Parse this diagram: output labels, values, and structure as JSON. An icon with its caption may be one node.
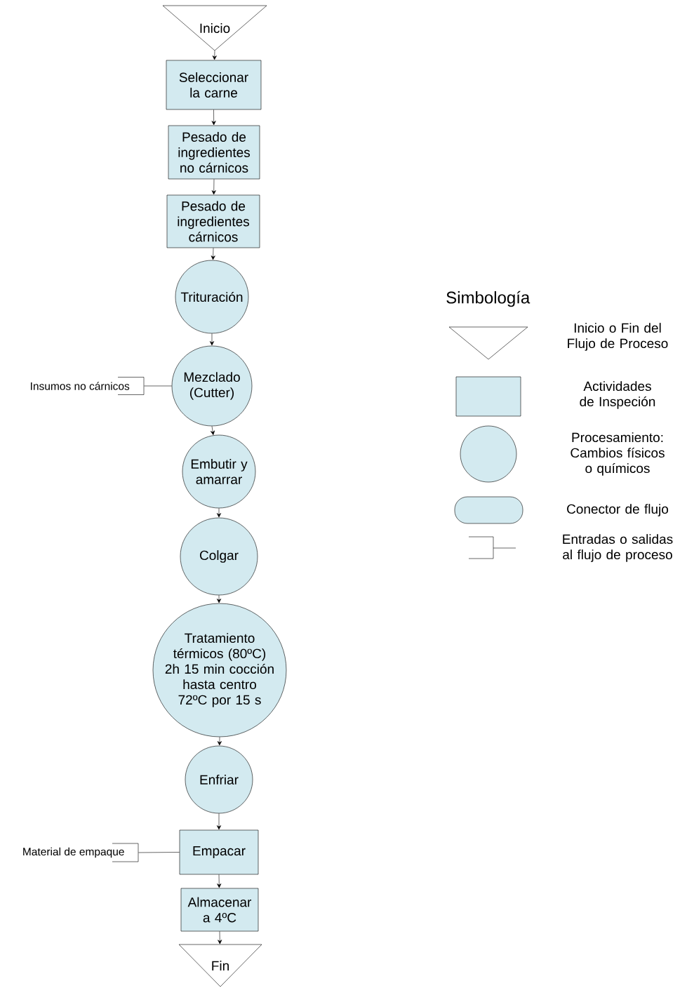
{
  "diagram": {
    "nodes": [
      {
        "text": [
          "Inicio"
        ]
      },
      {
        "text": [
          "Seleccionar la carne"
        ]
      },
      {
        "text": [
          "Pesado de ingredientes no cárnicos"
        ]
      },
      {
        "text": [
          "Pesado de ingredientes cárnicos"
        ]
      },
      {
        "text": [
          "Trituración"
        ]
      },
      {
        "text": [
          "Mezclado (Cutter)"
        ]
      },
      {
        "text": [
          "Embutir y amarrar"
        ]
      },
      {
        "text": [
          "Colgar"
        ]
      },
      {
        "text": [
          "Tratamiento térmicos (80ºC) 2h 15 min cocción hasta centro 72ºC por 15 s"
        ]
      },
      {
        "text": [
          "Enfriar"
        ]
      },
      {
        "text": [
          "Empacar"
        ]
      },
      {
        "text": [
          "Almacenar a 4ºC"
        ]
      },
      {
        "text": [
          "Fin"
        ]
      },
      {
        "text": [
          "Insumos no cárnicos"
        ]
      },
      {
        "text": [
          "Material de empaque"
        ]
      }
    ],
    "edges": [
      {
        "from": 0,
        "to": 1,
        "arrow": "to"
      },
      {
        "from": 1,
        "to": 2,
        "arrow": "to"
      },
      {
        "from": 2,
        "to": 3,
        "arrow": "to"
      },
      {
        "from": 3,
        "to": 4,
        "arrow": "to"
      },
      {
        "from": 4,
        "to": 5,
        "arrow": "to"
      },
      {
        "from": 5,
        "to": 6,
        "arrow": "to"
      },
      {
        "from": 6,
        "to": 7,
        "arrow": "to"
      },
      {
        "from": 7,
        "to": 8,
        "arrow": "to"
      },
      {
        "from": 8,
        "to": 9,
        "arrow": "to"
      },
      {
        "from": 9,
        "to": 10,
        "arrow": "to"
      },
      {
        "from": 10,
        "to": 11,
        "arrow": "to"
      },
      {
        "from": 11,
        "to": 12,
        "arrow": "to"
      },
      {
        "from": 13,
        "to": 5,
        "arrow": "none"
      },
      {
        "from": 14,
        "to": 10,
        "arrow": "none"
      }
    ],
    "labels": [
      "Simbología"
    ],
    "legend": [
      {
        "text": "Inicio o Fin del Flujo de Proceso"
      },
      {
        "text": "Actividades de Inspeción"
      },
      {
        "text": "Procesamiento: Cambios físicos o químicos"
      },
      {
        "text": "Conector de flujo"
      },
      {
        "text": "Entradas o salidas al flujo de proceso"
      }
    ]
  }
}
